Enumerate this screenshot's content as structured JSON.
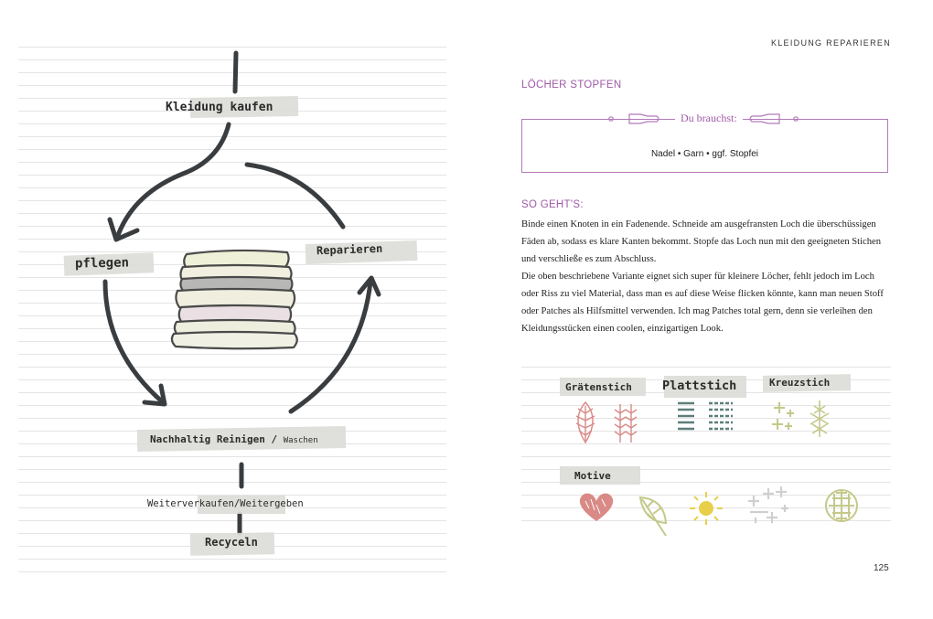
{
  "left_page": {
    "labels": {
      "buy": "Kleidung kaufen",
      "care": "pflegen",
      "repair": "Reparieren",
      "clean_main": "Nachhaltig Reinigen /",
      "clean_sub": "Waschen",
      "resell": "Weiterverkaufen/",
      "pass_on": "Weitergeben",
      "recycle": "Recyceln"
    }
  },
  "right_page": {
    "running_head": "KLEIDUNG REPARIEREN",
    "section_title": "LÖCHER STOPFEN",
    "needs_heading": "Du brauchst:",
    "needs_items": "Nadel • Garn • ggf. Stopfei",
    "how_title": "SO GEHT'S:",
    "paragraph_1": "Binde einen Knoten in ein Fadenende. Schneide am ausgefransten Loch die überschüssigen Fäden ab, sodass es klare Kanten bekommt. Stopfe das Loch nun mit den geeigneten Stichen und verschließe es zum Abschluss.",
    "paragraph_2": "Die oben beschriebene Variante eignet sich super für kleinere Löcher, fehlt jedoch im Loch oder Riss zu viel Material, dass man es auf diese Weise flicken könnte, kann man neuen Stoff oder Patches als Hilfsmittel verwenden. Ich mag Patches total gern, denn sie verleihen den Kleidungsstücken einen coolen, einzigartigen Look.",
    "stitches": {
      "herringbone": "Grätenstich",
      "satin": "Plattstich",
      "cross": "Kreuzstich",
      "motifs": "Motive"
    },
    "page_number": "125"
  },
  "colors": {
    "accent_purple": "#a05aa8",
    "stroke_dark": "#3a3d40",
    "tape_grey": "#dcdcd8",
    "stitch_red": "#d98a86",
    "stitch_teal": "#5c7f7a",
    "stitch_green": "#c4c98a"
  }
}
